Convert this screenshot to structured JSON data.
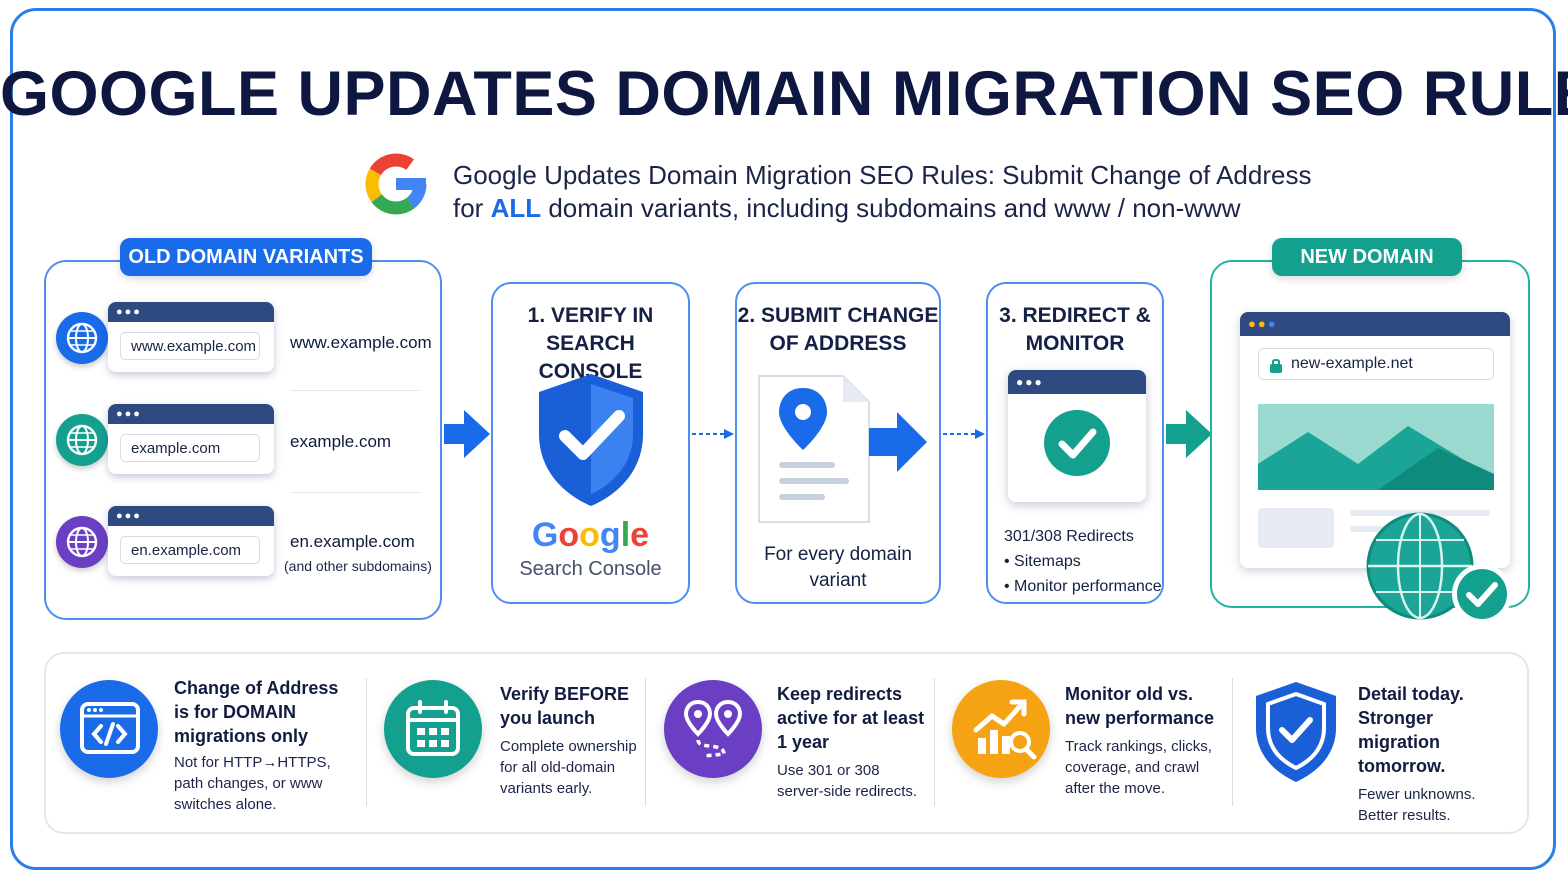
{
  "title": "GOOGLE UPDATES DOMAIN MIGRATION SEO RULES",
  "subtitle": {
    "line1": "Google Updates Domain Migration SEO Rules: Submit Change of Address",
    "line2_prefix": "for ",
    "line2_highlight": "ALL",
    "line2_suffix": " domain variants, including subdomains and www / non-www"
  },
  "old_domains": {
    "label": "OLD DOMAIN VARIANTS",
    "items": [
      {
        "url": "www.example.com",
        "name": "www.example.com",
        "note": ""
      },
      {
        "url": "example.com",
        "name": "example.com",
        "note": ""
      },
      {
        "url": "en.example.com",
        "name": "en.example.com",
        "note": "(and other subdomains)"
      }
    ]
  },
  "steps": [
    {
      "title_line1": "1. VERIFY IN",
      "title_line2": "SEARCH CONSOLE",
      "brand": "Google",
      "product": "Search Console"
    },
    {
      "title_line1": "2. SUBMIT CHANGE",
      "title_line2": "OF ADDRESS",
      "desc_line1": "For every domain",
      "desc_line2": "variant"
    },
    {
      "title_line1": "3. REDIRECT &",
      "title_line2": "MONITOR",
      "items": [
        "301/308 Redirects",
        "• Sitemaps",
        "• Monitor performance"
      ]
    }
  ],
  "new_domain": {
    "label": "NEW DOMAIN",
    "url": "new-example.net"
  },
  "tips": [
    {
      "title": [
        "Change of Address",
        "is for DOMAIN",
        "migrations only"
      ],
      "body": [
        "Not for HTTP→HTTPS,",
        "path changes, or www",
        "switches alone."
      ]
    },
    {
      "title": [
        "Verify BEFORE",
        "you launch"
      ],
      "body": [
        "Complete ownership",
        "for all old-domain",
        "variants early."
      ]
    },
    {
      "title": [
        "Keep redirects",
        "active for at least",
        "1 year"
      ],
      "body": [
        "Use 301 or 308",
        "server-side redirects."
      ]
    },
    {
      "title": [
        "Monitor old vs.",
        "new performance"
      ],
      "body": [
        "Track rankings, clicks,",
        "coverage, and crawl",
        "after the move."
      ]
    },
    {
      "title": [
        "Detail today.",
        "Stronger migration",
        "tomorrow."
      ],
      "body": [
        "Fewer unknowns.",
        "Better results."
      ]
    }
  ],
  "colors": {
    "primary_blue": "#1a6bea",
    "teal": "#14a08f",
    "purple": "#6a3fc4",
    "orange": "#f5a312",
    "navy": "#0d1740"
  }
}
